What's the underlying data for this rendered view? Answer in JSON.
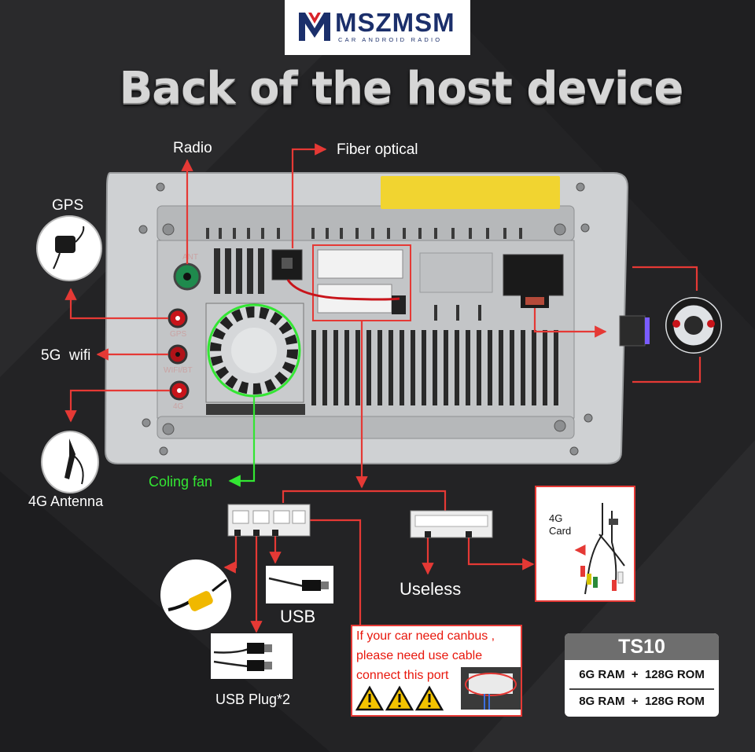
{
  "logo": {
    "name": "MSZMSM",
    "tagline": "CAR ANDROID RADIO"
  },
  "title": "Back of the host device",
  "labels": {
    "radio": "Radio",
    "fiber": "Fiber optical",
    "gps": "GPS",
    "wifi": "5G  wifi",
    "antenna": "4G Antenna",
    "fan": "Coling fan",
    "usb": "USB",
    "usb_plug": "USB Plug*2",
    "useless": "Useless",
    "card_4g": [
      "4G",
      "Card"
    ]
  },
  "port_labels": {
    "ant": "ANT",
    "gps": "GPS",
    "wifi": "WIFI/BT",
    "lte": "4G"
  },
  "note": {
    "lines": [
      "If your car need canbus ,",
      "please need use cable",
      "connect this port"
    ]
  },
  "spec": {
    "model": "TS10",
    "rows": [
      "6G RAM  +  128G ROM",
      "8G RAM  +  128G ROM"
    ]
  },
  "colors": {
    "background": "#232325",
    "arrow_red": "#e53935",
    "fan_green": "#33e633",
    "logo_navy": "#1b2f6b",
    "logo_red": "#d8232a",
    "device_silver": "#c7c9cb",
    "sticker_yellow": "#f1d430"
  },
  "icons": [
    "gps-antenna-icon",
    "wifi-port-icon",
    "4g-antenna-icon",
    "rca-camera-plug-icon",
    "usb-cable-icon",
    "steering-wheel-icon",
    "warning-triangle-icon",
    "canbus-cable-icon"
  ]
}
